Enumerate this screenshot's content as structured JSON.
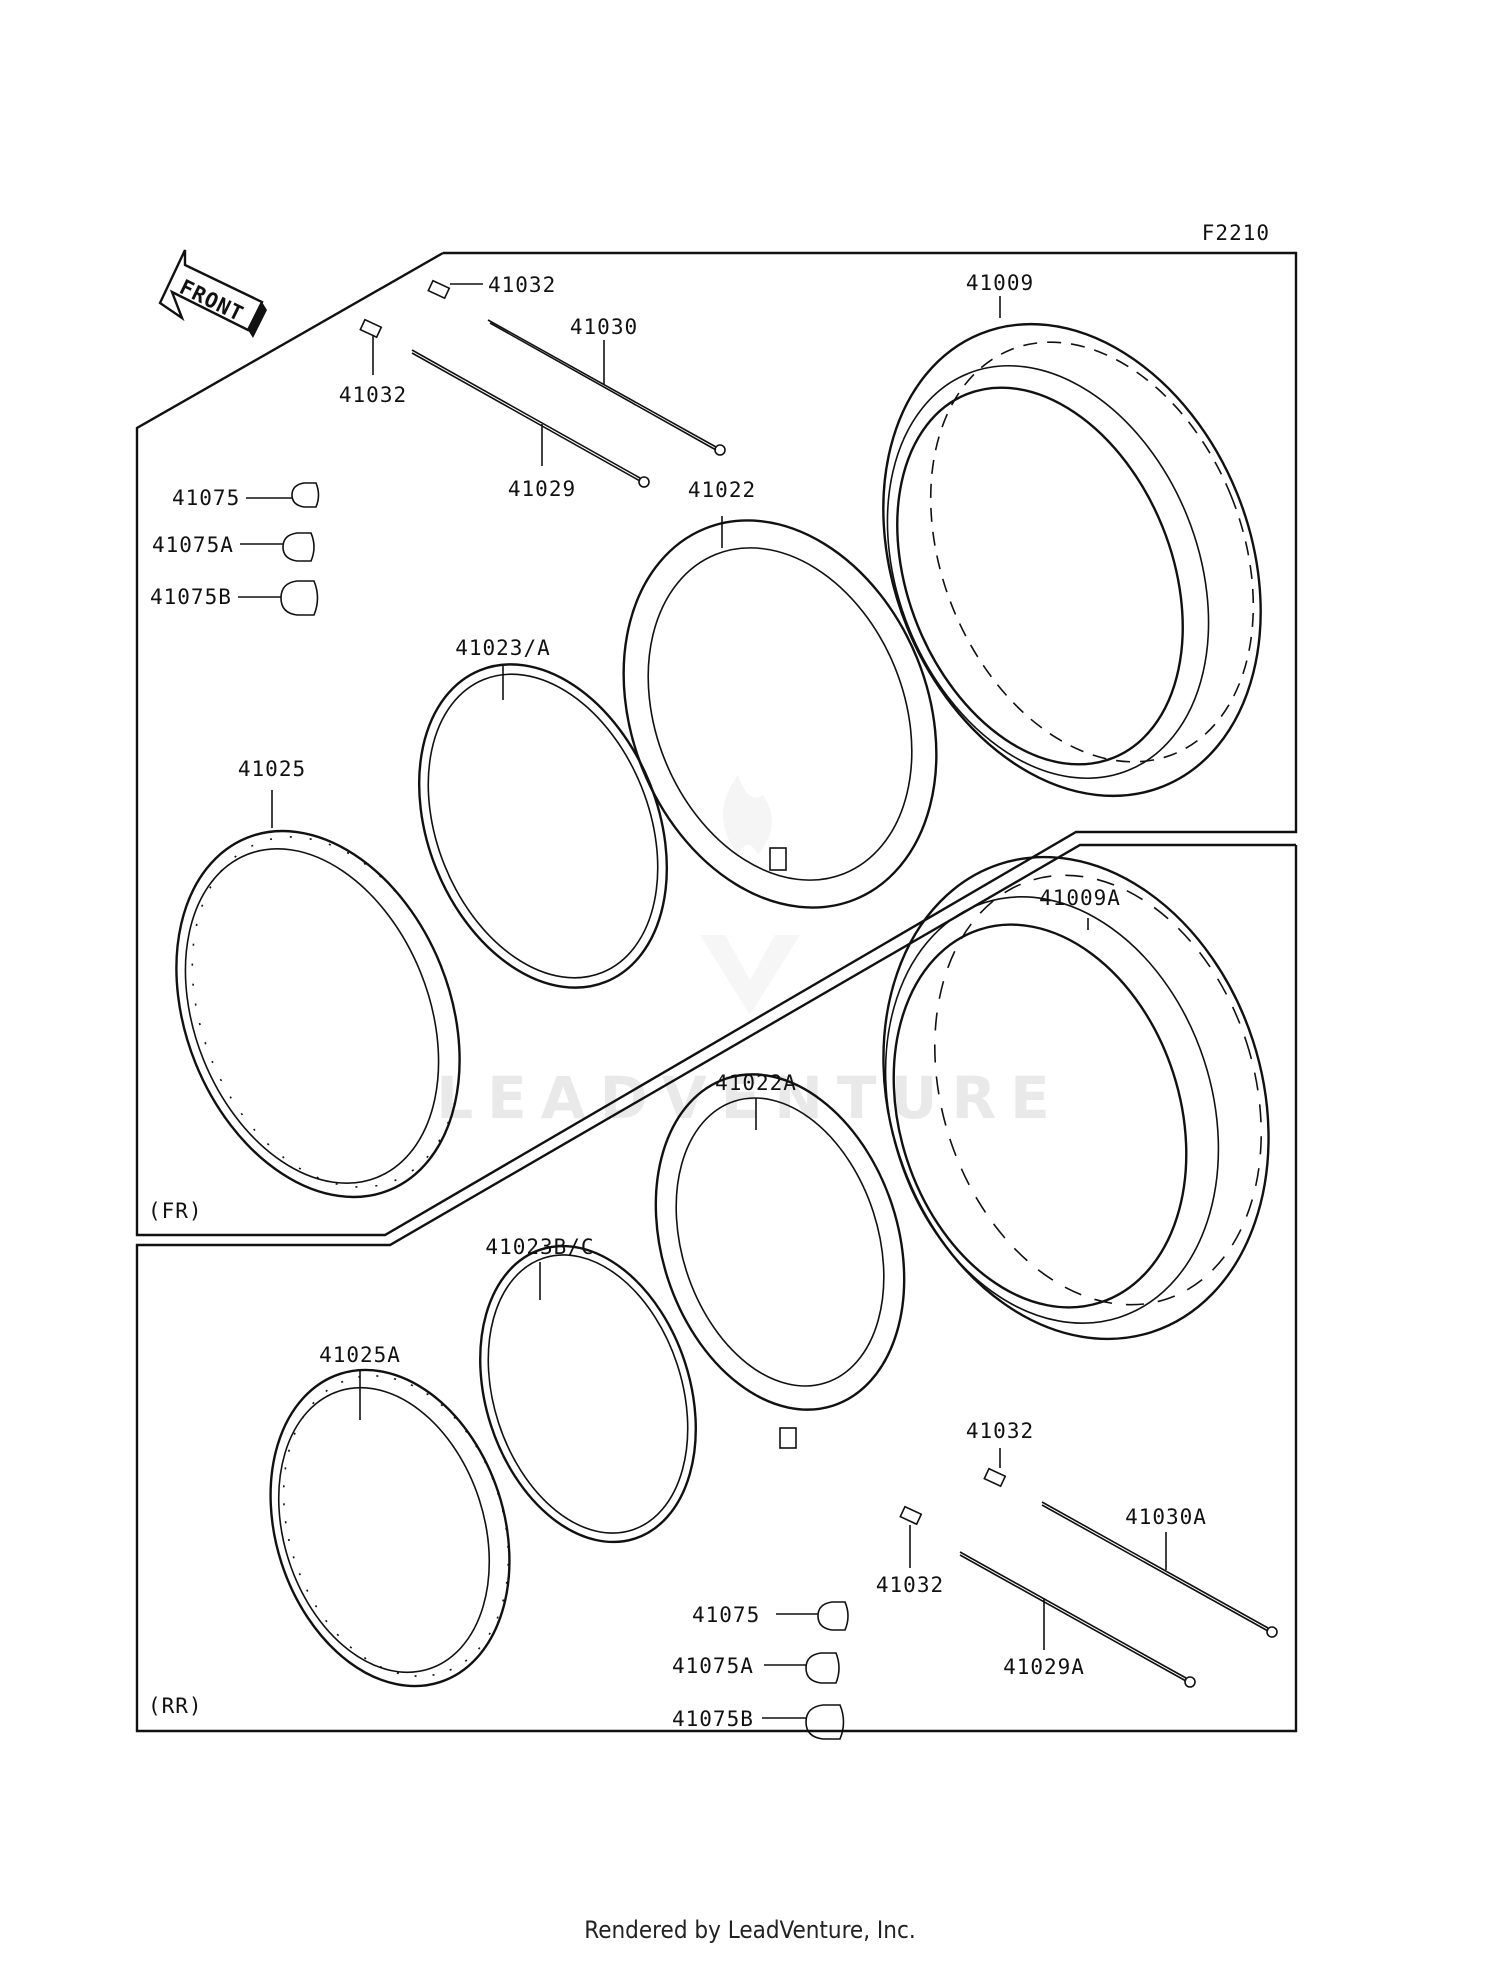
{
  "diagram": {
    "figure_code": "F2210",
    "front_arrow_label": "FRONT",
    "watermark": "LEADVENTURE",
    "sections": {
      "front": "(FR)",
      "rear": "(RR)"
    },
    "labels": {
      "p41032_a": "41032",
      "p41032_b": "41032",
      "p41030": "41030",
      "p41029": "41029",
      "p41009": "41009",
      "p41022": "41022",
      "p41075": "41075",
      "p41075a": "41075A",
      "p41075b": "41075B",
      "p41023a": "41023/A",
      "p41025": "41025",
      "p41009a": "41009A",
      "p41022a": "41022A",
      "p41023bc": "41023B/C",
      "p41025a": "41025A",
      "p41032_c": "41032",
      "p41032_d": "41032",
      "p41030a": "41030A",
      "p41029a": "41029A",
      "p41075_r": "41075",
      "p41075a_r": "41075A",
      "p41075b_r": "41075B"
    }
  },
  "footer": {
    "text": "Rendered by LeadVenture, Inc."
  }
}
